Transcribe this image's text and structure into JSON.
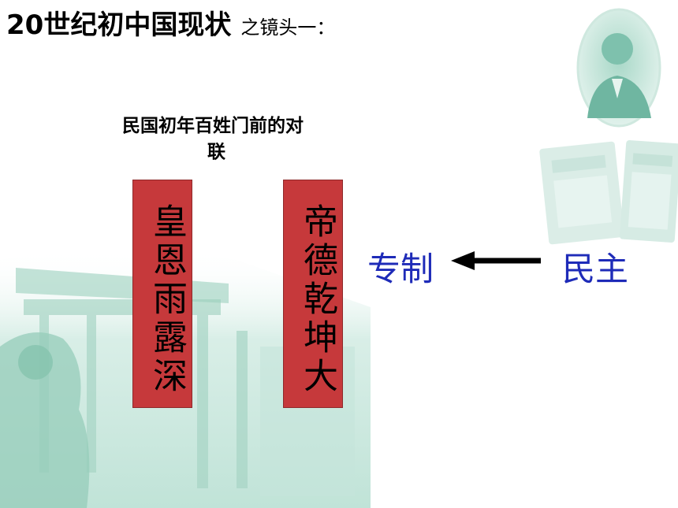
{
  "title": {
    "main": "20世纪初中国现状",
    "sub": "之镜头一："
  },
  "caption": {
    "line1": "民国初年百姓门前的对",
    "line2": "联"
  },
  "couplet": {
    "left": "皇恩雨露深",
    "right": "帝德乾坤大"
  },
  "comparison": {
    "left_word": "专制",
    "right_word": "民主",
    "arrow_direction": "left"
  },
  "colors": {
    "couplet_red": "#c6393b",
    "word_blue": "#1e2bb8",
    "bg_teal": "#bfe3d8"
  }
}
